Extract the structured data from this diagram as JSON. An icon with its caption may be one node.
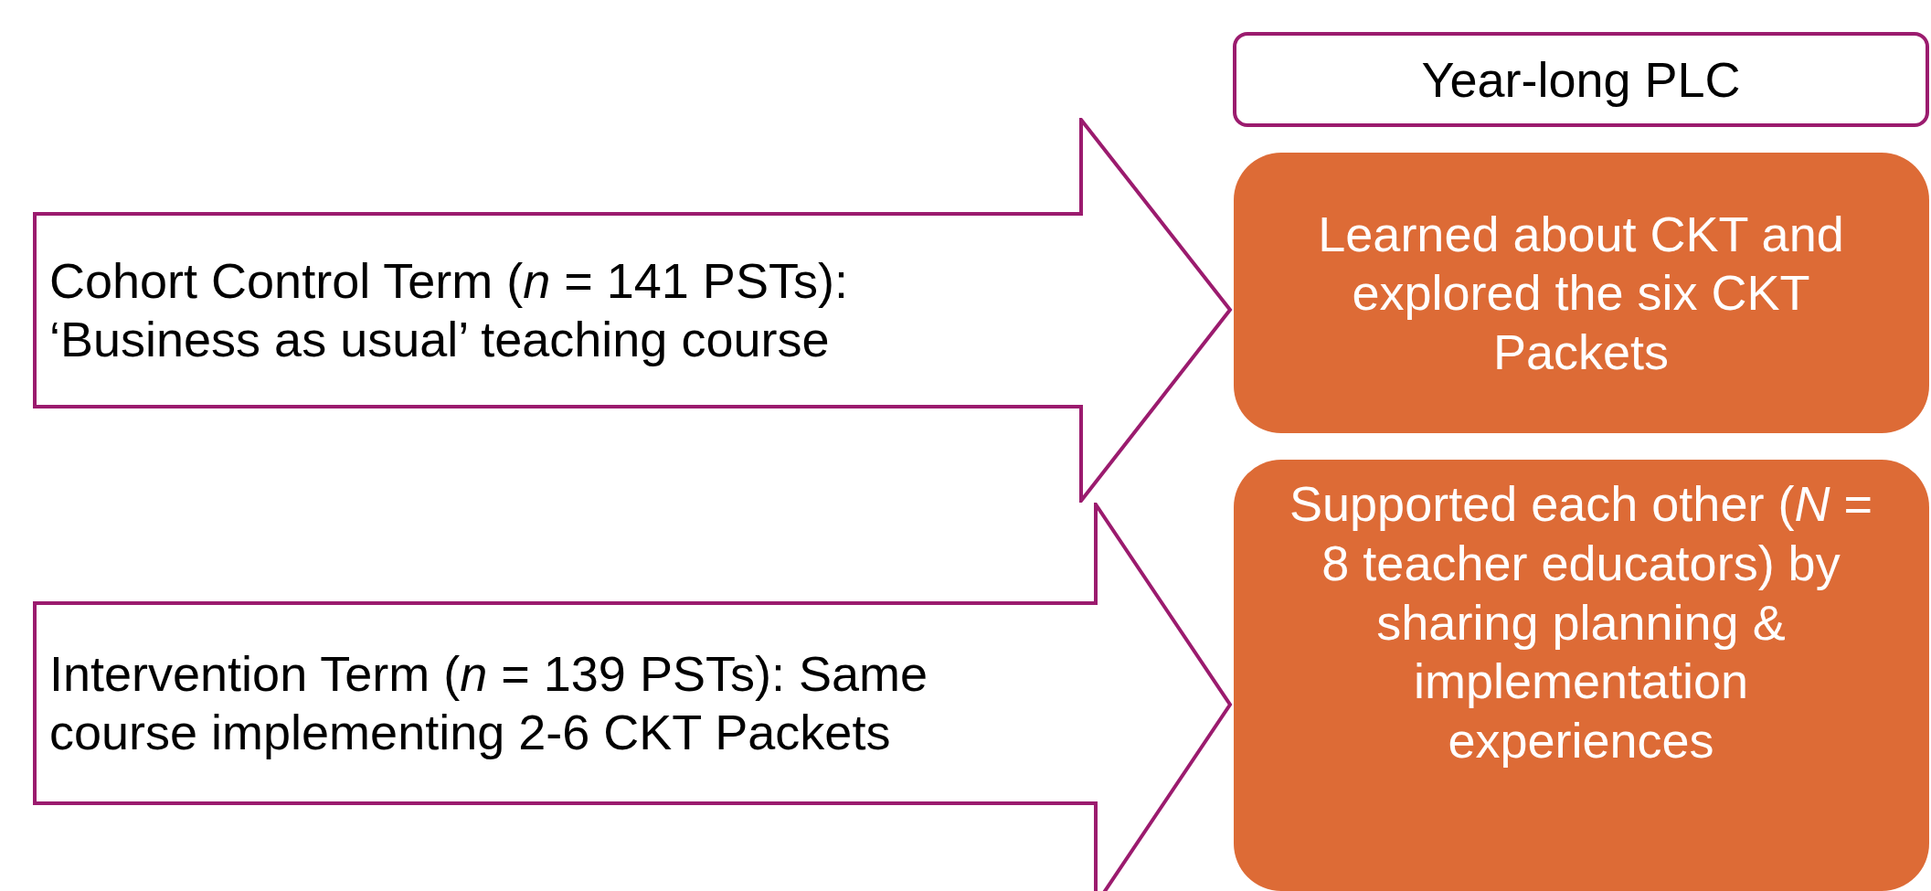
{
  "diagram": {
    "nodes": [
      {
        "text": [
          "Year-long PLC"
        ]
      },
      {
        "text": [
          "Cohort Control Term (*n* = 141 PSTs): ‘Business as usual’ teaching course"
        ]
      },
      {
        "text": [
          "Learned about CKT and explored the six CKT Packets"
        ]
      },
      {
        "text": [
          "Intervention Term (*n* = 139 PSTs): Same course implementing 2-6 CKT Packets"
        ]
      },
      {
        "text": [
          "Supported each other (*N* = 8 teacher educators) by sharing planning & implementation experiences"
        ]
      }
    ]
  }
}
